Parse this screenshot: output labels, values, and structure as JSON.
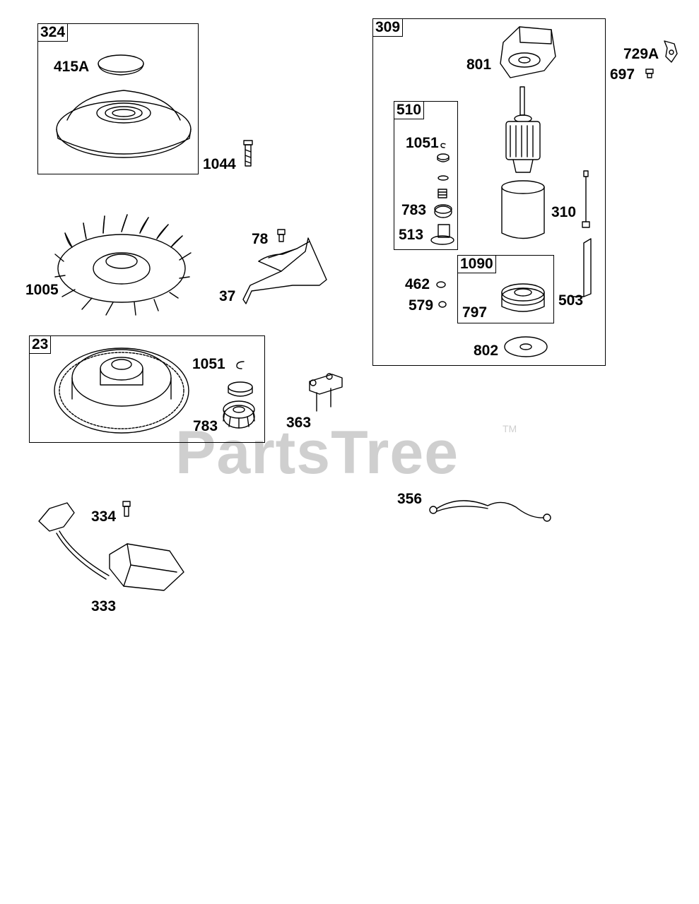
{
  "watermark": {
    "text": "PartsTree",
    "tm": "TM"
  },
  "groups": {
    "g324": "324",
    "g309": "309",
    "g510": "510",
    "g1090": "1090",
    "g23": "23"
  },
  "labels": {
    "p415A": "415A",
    "p1044": "1044",
    "p1005": "1005",
    "p78": "78",
    "p37": "37",
    "p1051a": "1051",
    "p783a": "783",
    "p363": "363",
    "p334": "334",
    "p333": "333",
    "p801": "801",
    "p729A": "729A",
    "p697": "697",
    "p1051b": "1051",
    "p783b": "783",
    "p513": "513",
    "p310": "310",
    "p462": "462",
    "p579": "579",
    "p797": "797",
    "p503": "503",
    "p802": "802",
    "p356": "356"
  }
}
